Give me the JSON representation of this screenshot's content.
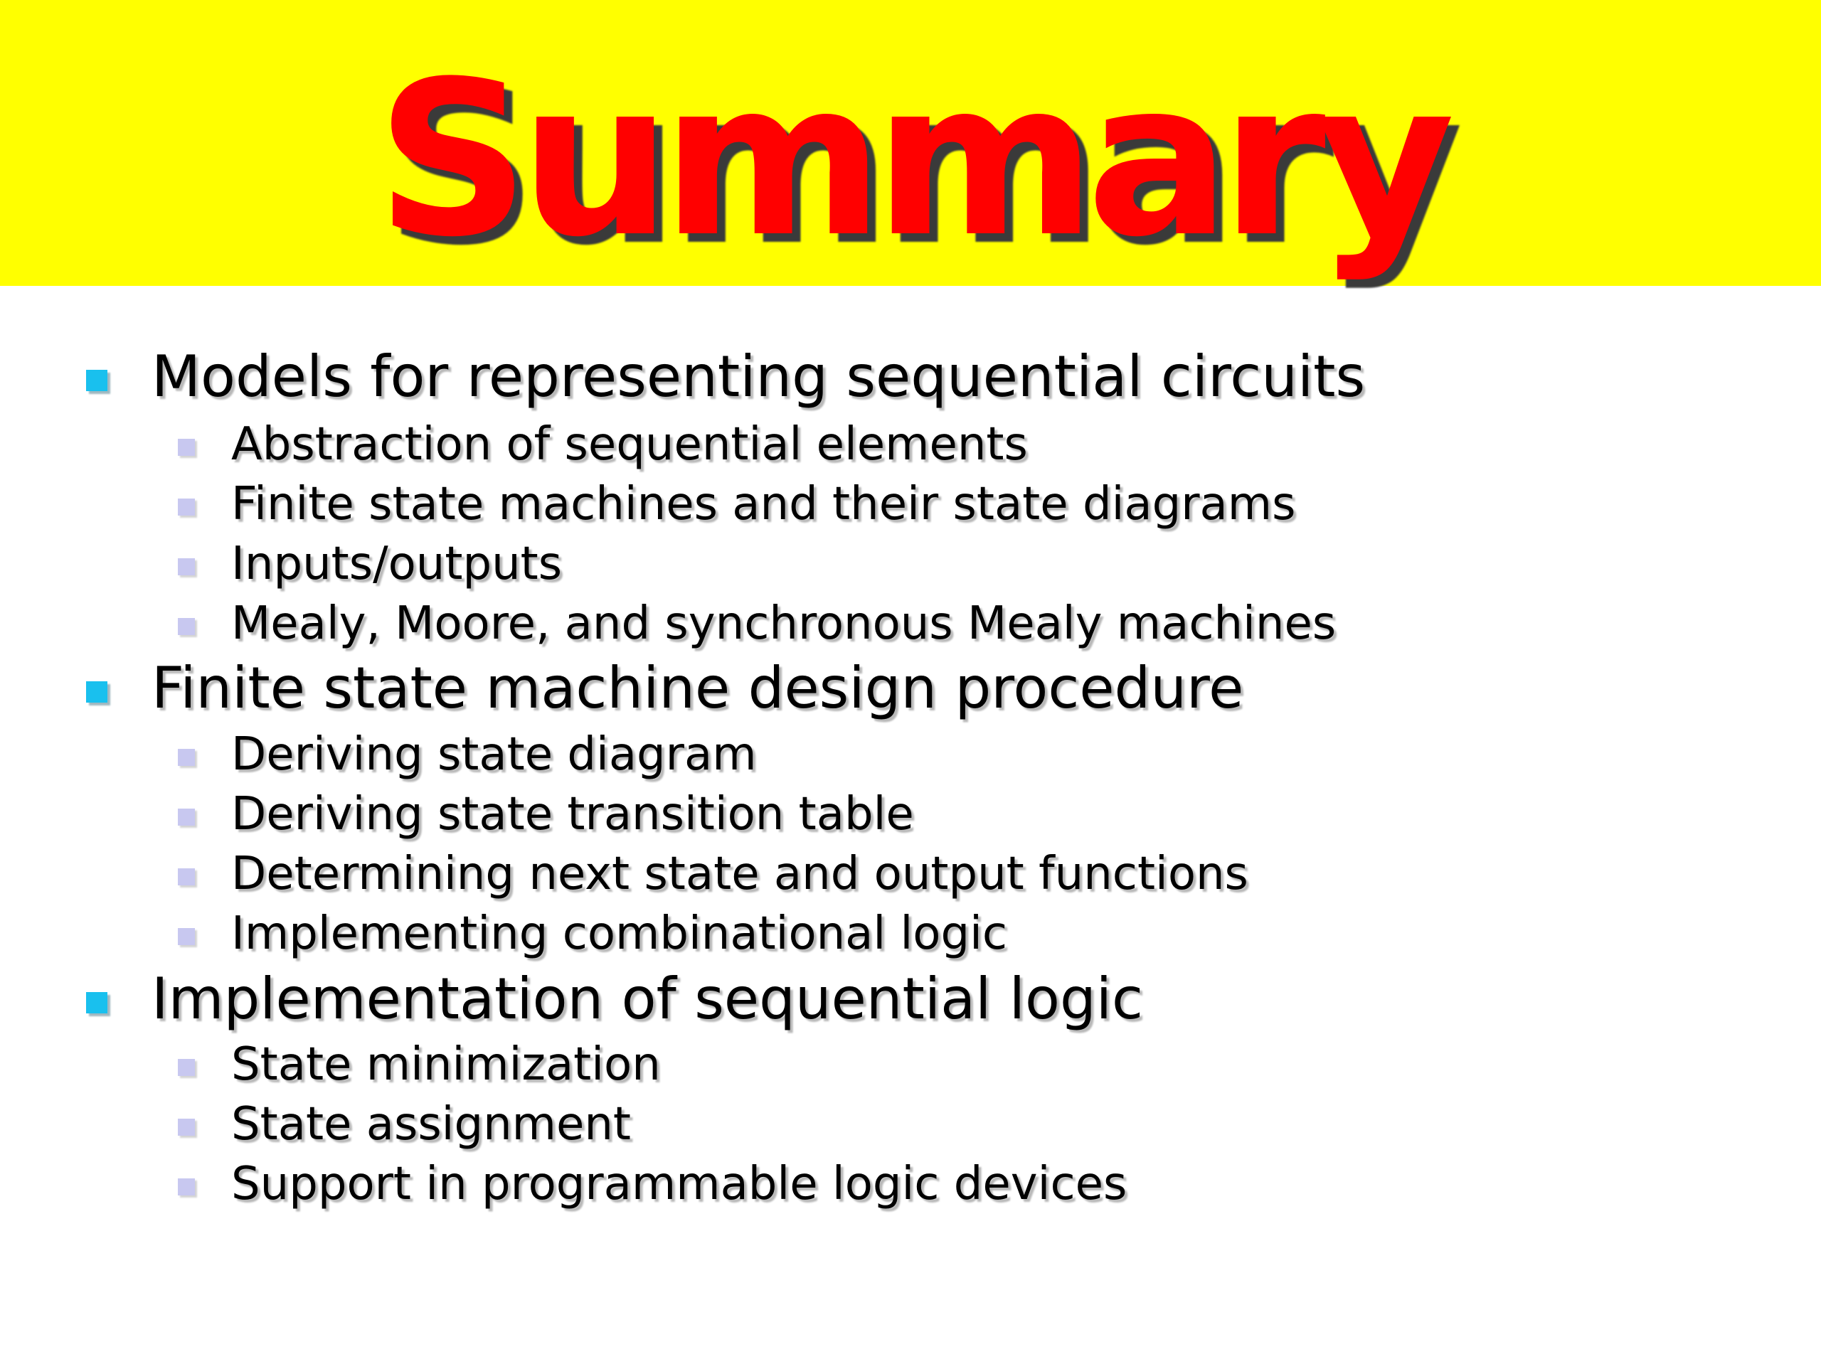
{
  "slide": {
    "title": "Summary",
    "colors": {
      "title_band": "#ffff00",
      "title_text": "#ff0000",
      "bullet_level_1": "#19c0ee",
      "bullet_level_2": "#c8c8f0"
    },
    "icons": {
      "level_1_marker": "square-bullet-icon",
      "level_2_marker": "small-square-bullet-icon"
    },
    "sections": [
      {
        "heading": "Models for representing sequential circuits",
        "items": [
          "Abstraction of sequential elements",
          "Finite state machines and their state diagrams",
          "Inputs/outputs",
          "Mealy, Moore, and synchronous Mealy machines"
        ]
      },
      {
        "heading": "Finite state machine design procedure",
        "items": [
          "Deriving state diagram",
          "Deriving state transition table",
          "Determining next state and output functions",
          "Implementing combinational logic"
        ]
      },
      {
        "heading": "Implementation of sequential logic",
        "items": [
          "State minimization",
          "State assignment",
          "Support in programmable logic devices"
        ]
      }
    ]
  }
}
